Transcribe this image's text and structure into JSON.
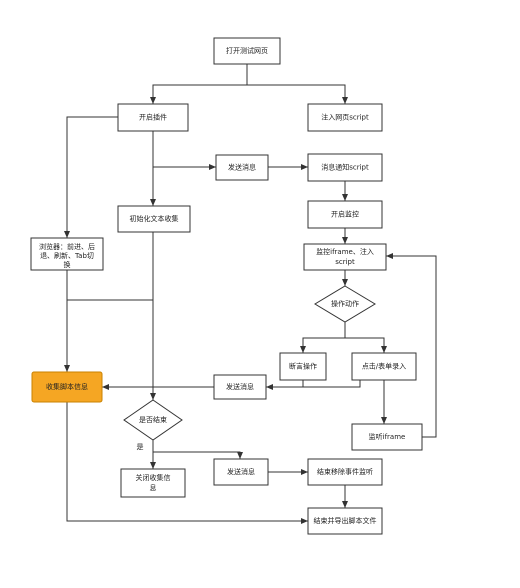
{
  "nodes": {
    "open_page": "打开测试网页",
    "enable_plugin": "开启插件",
    "inject_script": "注入网页script",
    "send_msg_1": "发送消息",
    "notify_script": "消息通知script",
    "init_text": "初始化文本收集",
    "start_monitor": "开启监控",
    "browser_nav": [
      "浏览器：前进、后",
      "退、刷新、Tab切",
      "换"
    ],
    "monitor_iframe": [
      "监控iframe、注入",
      "script"
    ],
    "action": "操作动作",
    "assert_op": "断言操作",
    "click_input": "点击/表单录入",
    "collect_script": "收集脚本信息",
    "send_msg_2": "发送消息",
    "is_end": "是否结束",
    "listen_iframe": "监听iframe",
    "close_collect": [
      "关闭收集信",
      "息"
    ],
    "send_msg_3": "发送消息",
    "end_event_listen": "结束移除事件监听",
    "end_export": "结束并导出脚本文件"
  },
  "edge_labels": {
    "yes": "是"
  },
  "colors": {
    "highlight": "#f5a623",
    "stroke": "#333333"
  }
}
